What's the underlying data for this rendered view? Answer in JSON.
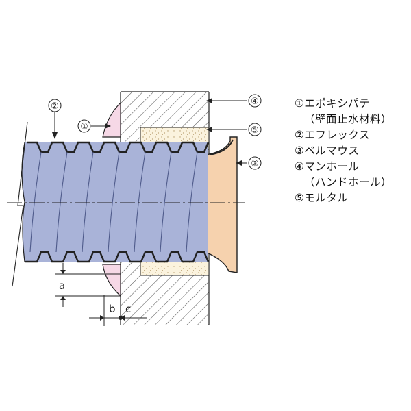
{
  "callouts": [
    "①",
    "②",
    "③",
    "④",
    "⑤"
  ],
  "dimensions": {
    "a": "a",
    "b": "b",
    "c": "c"
  },
  "legend": [
    {
      "num": "①",
      "label": "エポキシパテ",
      "sub": "（壁面止水材料）"
    },
    {
      "num": "②",
      "label": "エフレックス"
    },
    {
      "num": "③",
      "label": "ベルマウス"
    },
    {
      "num": "④",
      "label": "マンホール",
      "sub": "（ハンドホール）"
    },
    {
      "num": "⑤",
      "label": "モルタル"
    }
  ],
  "colors": {
    "pipe": "#a9b3d8",
    "bellmouth": "#f6d2ae",
    "mortar": "#fbf3de",
    "putty": "#f6d8e6",
    "outline": "#222222",
    "hatch": "#555555"
  }
}
